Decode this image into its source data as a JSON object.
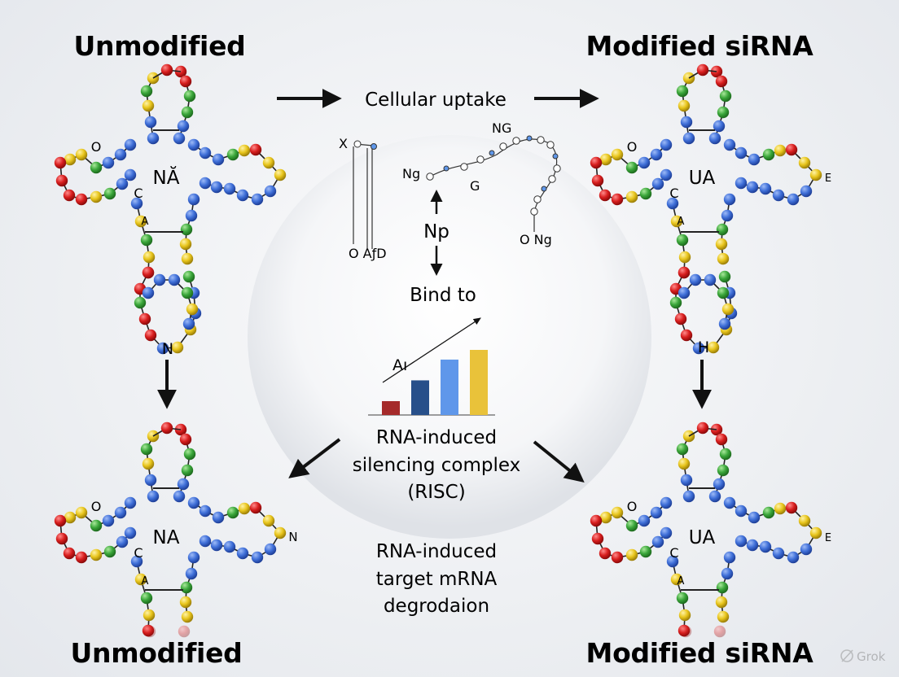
{
  "titles": {
    "top_left": "Unmodified",
    "top_right": "Modified siRNA",
    "bottom_left": "Unmodified",
    "bottom_right": "Modified siRNA"
  },
  "flow": {
    "uptake": "Cellular uptake",
    "bind": "Bind to",
    "np": "Np",
    "risc": [
      "RNA-induced",
      "silencing complex",
      "(RISC)"
    ],
    "degradation": [
      "RNA-induced",
      "target mRNA",
      "degrodaion"
    ],
    "chart_label": "Aı"
  },
  "strand_labels": {
    "x": "X",
    "o_a": "O AƒD",
    "ng_left": "Ng",
    "g": "G",
    "ng_top": "NG",
    "o_ng": "O  Ng"
  },
  "molecules": {
    "tl": {
      "center": "NĂ",
      "c": "C",
      "a": "A",
      "n": "N",
      "o": "O"
    },
    "tr": {
      "center": "UA",
      "c": "C",
      "a": "A",
      "h": "H",
      "o": "O",
      "e": "E"
    },
    "bl": {
      "center": "NA",
      "c": "C",
      "a": "A",
      "n": "N",
      "o": "O"
    },
    "br": {
      "center": "UA",
      "c": "C",
      "a": "A",
      "o": "O",
      "e": "E"
    }
  },
  "watermark": "Grok",
  "colors": {
    "blue": "#3f6fd8",
    "red": "#d81e1e",
    "green": "#3aa63a",
    "yellow": "#e8c51c",
    "bar1": "#a52a2a",
    "bar2": "#274f8a",
    "bar3": "#5f97ea",
    "bar4": "#e9c23a"
  },
  "bar_values": [
    1,
    2.5,
    4,
    4.7
  ]
}
